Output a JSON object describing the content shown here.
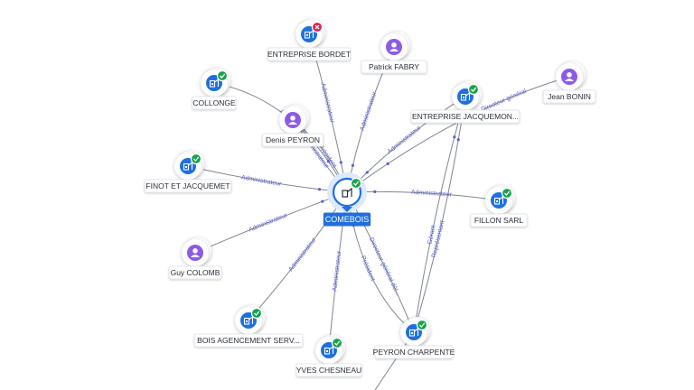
{
  "colors": {
    "company": "#1f6fe0",
    "person": "#8c5be6",
    "status_ok": "#16a34a",
    "status_closed": "#e11d48",
    "edge": "#7f8692",
    "edge_label": "#5b63c9"
  },
  "center": {
    "id": "comebois",
    "label": "COMEBOIS",
    "type": "company",
    "status": "ok"
  },
  "nodes": [
    {
      "id": "bordet",
      "label": "ENTREPRISE BORDET",
      "type": "company",
      "status": "closed"
    },
    {
      "id": "fabry",
      "label": "Patrick FABRY",
      "type": "person",
      "status": null
    },
    {
      "id": "collonge",
      "label": "COLLONGE",
      "type": "company",
      "status": "ok"
    },
    {
      "id": "jacquemon",
      "label": "ENTREPRISE JACQUEMON...",
      "type": "company",
      "status": "ok"
    },
    {
      "id": "bonin",
      "label": "Jean BONIN",
      "type": "person",
      "status": null
    },
    {
      "id": "dpeyron",
      "label": "Denis PEYRON",
      "type": "person",
      "status": null
    },
    {
      "id": "finot",
      "label": "FINOT ET JACQUEMET",
      "type": "company",
      "status": "ok"
    },
    {
      "id": "fillon",
      "label": "FILLON SARL",
      "type": "company",
      "status": "ok"
    },
    {
      "id": "colomb",
      "label": "Guy COLOMB",
      "type": "person",
      "status": null
    },
    {
      "id": "bois",
      "label": "BOIS AGENCEMENT SERV...",
      "type": "company",
      "status": "ok"
    },
    {
      "id": "chesneau",
      "label": "YVES CHESNEAU",
      "type": "company",
      "status": "ok"
    },
    {
      "id": "charpente",
      "label": "PEYRON CHARPENTE",
      "type": "company",
      "status": "ok"
    }
  ],
  "edges": [
    {
      "id": "e1",
      "label": "Administrateur"
    },
    {
      "id": "e2",
      "label": "Administrateur"
    },
    {
      "id": "e3",
      "label": "Administrateur"
    },
    {
      "id": "e4",
      "label": "Administrateur"
    },
    {
      "id": "e5",
      "label": "Directeur général"
    },
    {
      "id": "e6",
      "label": "Administrateur"
    },
    {
      "id": "e7",
      "label": "Administrateur"
    },
    {
      "id": "e8",
      "label": "Administrateur"
    },
    {
      "id": "e9",
      "label": "Administrateur"
    },
    {
      "id": "e10",
      "label": "Administrateur"
    },
    {
      "id": "e11",
      "label": "Directeur général dél..."
    },
    {
      "id": "e12",
      "label": "Administrateur"
    },
    {
      "id": "e13",
      "label": "Gérant"
    },
    {
      "id": "e14",
      "label": "Représentant"
    },
    {
      "id": "e15",
      "label": "Président"
    },
    {
      "id": "e16",
      "label": "Président"
    }
  ]
}
